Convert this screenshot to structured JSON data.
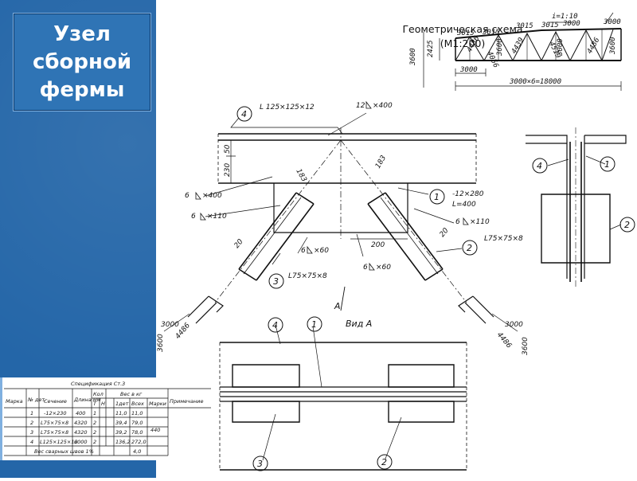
{
  "slide": {
    "title_line1": "Узел",
    "title_line2": "сборной",
    "title_line3": "фермы"
  },
  "scheme": {
    "title": "Геометрическая схема",
    "scale": "(М1:200)",
    "slope": "i=1:10",
    "height_total": "3600",
    "height_end": "2425",
    "panel_labels": [
      "3015",
      "3015",
      "3015",
      "3015",
      "3000",
      "3000"
    ],
    "diag_labels": [
      "4486",
      "4056",
      "3600",
      "4439",
      "4519",
      "3000",
      "4486",
      "3600"
    ],
    "bottom_panel": "3000",
    "span": "3000×6=18000"
  },
  "node": {
    "top_chord": "L 125×125×12",
    "top_weld": "12",
    "top_weld_len": "×400",
    "h50": "50",
    "h230": "230",
    "d183a": "183",
    "d183b": "183",
    "gusset": "-12×280",
    "gusset_len": "L=400",
    "weld_left_a": "6",
    "weld_left_a_len": "×400",
    "weld_left_b": "6",
    "weld_left_b_len": "×110",
    "weld_right_b": "6",
    "weld_right_b_len": "×110",
    "weld_mid_l": "6",
    "weld_mid_l_len": "×60",
    "weld_mid_r": "6",
    "weld_mid_r_len": "×60",
    "dim200": "200",
    "dim20l": "20",
    "dim20r": "20",
    "brace_left": "L75×75×8",
    "brace_right": "L75×75×8",
    "arrow_a": "A",
    "left_a": "3000",
    "left_b": "3600",
    "left_c": "4486",
    "right_a": "3000",
    "right_b": "4486",
    "right_c": "3600",
    "view_a": "Вид А",
    "callouts": [
      "4",
      "1",
      "2",
      "3",
      "1",
      "4",
      "3",
      "2",
      "4",
      "1",
      "2"
    ]
  },
  "spec": {
    "title": "Спецификация  Ст.3",
    "headers": [
      "Марка",
      "№ дет.",
      "Сечение",
      "Длина мм",
      "Кол",
      "Вес в кг",
      "Примечание"
    ],
    "sub_headers": [
      "Т",
      "Н",
      "1дет",
      "Всех",
      "Марки"
    ],
    "rows": [
      [
        "1",
        "-12×230",
        "400",
        "1",
        "",
        "11,0",
        "11,0"
      ],
      [
        "2",
        "L75×75×8",
        "4320",
        "2",
        "",
        "39,4",
        "79,0"
      ],
      [
        "3",
        "L75×75×8",
        "4320",
        "2",
        "",
        "39,2",
        "78,0"
      ],
      [
        "4",
        "L125×125×12",
        "6000",
        "2",
        "",
        "136,2",
        "272,0"
      ]
    ],
    "total_mark": "440",
    "footer": "Вес сварных швов 1%",
    "footer_val": "4,0"
  }
}
